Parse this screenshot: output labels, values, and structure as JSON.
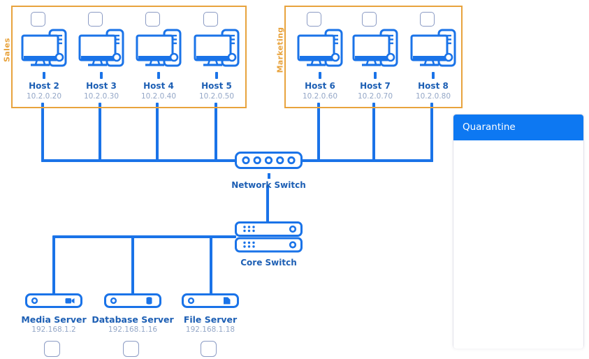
{
  "diagram": {
    "groups": [
      {
        "name": "Sales",
        "hosts": [
          {
            "label": "Host 2",
            "ip": "10.2.0.20"
          },
          {
            "label": "Host 3",
            "ip": "10.2.0.30"
          },
          {
            "label": "Host 4",
            "ip": "10.2.0.40"
          },
          {
            "label": "Host 5",
            "ip": "10.2.0.50"
          }
        ]
      },
      {
        "name": "Marketing",
        "hosts": [
          {
            "label": "Host 6",
            "ip": "10.2.0.60"
          },
          {
            "label": "Host 7",
            "ip": "10.2.0.70"
          },
          {
            "label": "Host 8",
            "ip": "10.2.0.80"
          }
        ]
      }
    ],
    "network_switch": {
      "label": "Network Switch"
    },
    "core_switch": {
      "label": "Core Switch"
    },
    "servers": [
      {
        "label": "Media Server",
        "ip": "192.168.1.2",
        "icon": "video-camera-icon"
      },
      {
        "label": "Database Server",
        "ip": "192.168.1.16",
        "icon": "database-icon"
      },
      {
        "label": "File Server",
        "ip": "192.168.1.18",
        "icon": "file-icon"
      }
    ],
    "quarantine": {
      "title": "Quarantine"
    }
  },
  "colors": {
    "line_blue": "#1a73e8",
    "label_blue": "#1d5fb4",
    "ip_gray_blue": "#94a7c7",
    "group_orange": "#e8a33d",
    "quarantine_header_blue": "#0d78f2",
    "checkbox_border": "#8b9bc4"
  }
}
